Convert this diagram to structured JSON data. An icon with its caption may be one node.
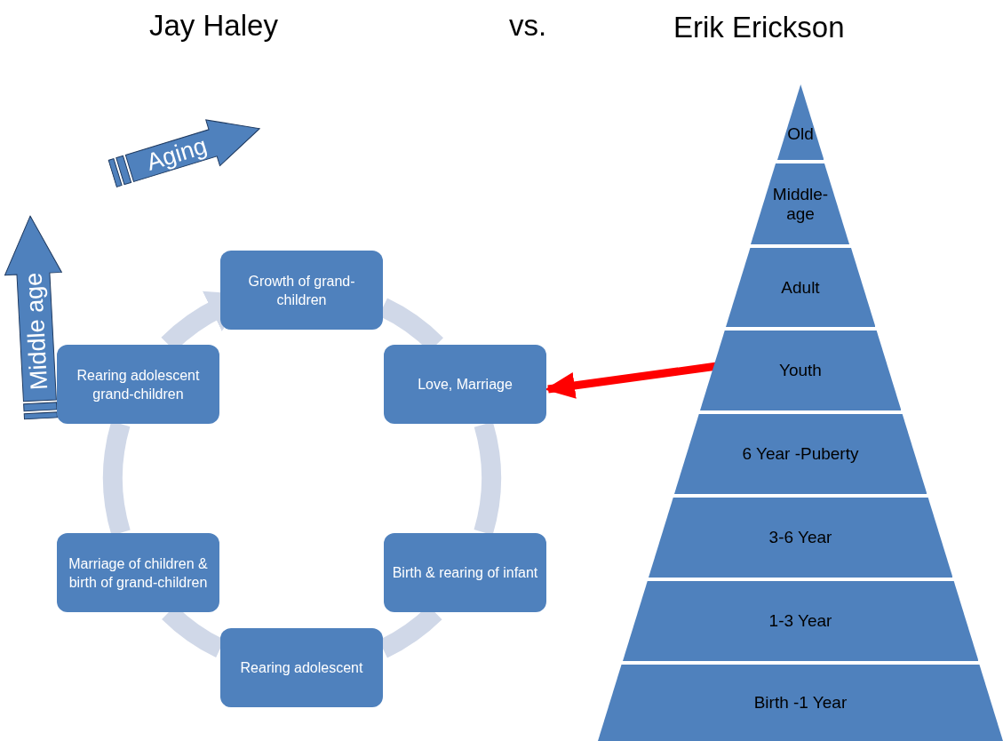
{
  "diagram": {
    "nodes": [
      {
        "text": [
          "Aging"
        ]
      },
      {
        "text": [
          "Middle age"
        ]
      },
      {
        "text": [
          "Growth of grand-children"
        ]
      },
      {
        "text": [
          "Love, Marriage"
        ]
      },
      {
        "text": [
          "Birth & rearing of infant"
        ]
      },
      {
        "text": [
          "Rearing adolescent"
        ]
      },
      {
        "text": [
          "Marriage of children & birth of grand-children"
        ]
      },
      {
        "text": [
          "Rearing adolescent grand-children"
        ]
      },
      {
        "text": [
          "Old"
        ]
      },
      {
        "text": [
          "Middle-age"
        ]
      },
      {
        "text": [
          "Adult"
        ]
      },
      {
        "text": [
          "Youth"
        ]
      },
      {
        "text": [
          "6 Year -Puberty"
        ]
      },
      {
        "text": [
          "3-6 Year"
        ]
      },
      {
        "text": [
          "1-3 Year"
        ]
      },
      {
        "text": [
          "Birth -1 Year"
        ]
      }
    ],
    "edges": [
      {
        "from": 2,
        "to": 3,
        "arrow": "none"
      },
      {
        "from": 3,
        "to": 4,
        "arrow": "none"
      },
      {
        "from": 4,
        "to": 5,
        "arrow": "none"
      },
      {
        "from": 5,
        "to": 6,
        "arrow": "none"
      },
      {
        "from": 6,
        "to": 7,
        "arrow": "none"
      },
      {
        "from": 7,
        "to": 2,
        "arrow": "to"
      },
      {
        "from": 11,
        "to": 3,
        "arrow": "to",
        "color": "#ff0000"
      }
    ],
    "labels": [
      "Jay Haley",
      "vs.",
      "Erik Erickson"
    ]
  }
}
